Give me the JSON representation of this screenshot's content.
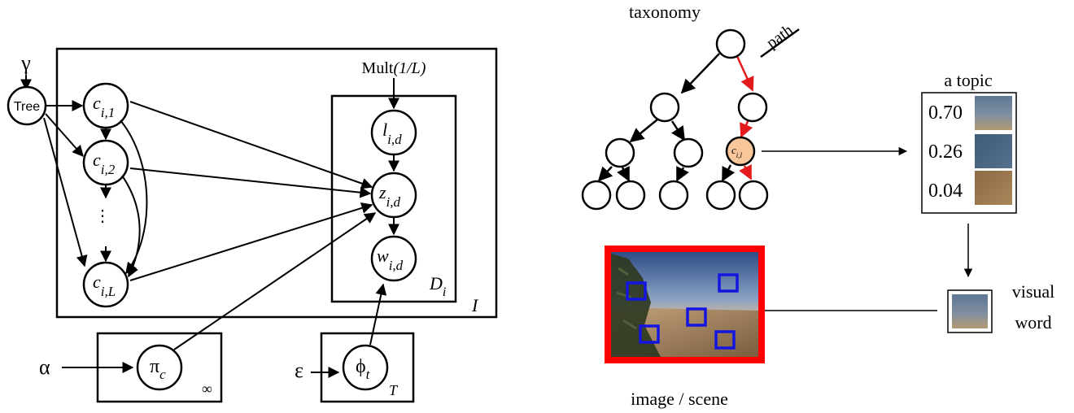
{
  "graphical_model": {
    "gamma": "γ",
    "tree": "Tree",
    "c_var": "c",
    "c1_sub": "i,1",
    "c2_sub": "i,2",
    "cL_sub": "i,L",
    "dots": "⋮",
    "mult": "Mult",
    "mult_arg": "(1/L)",
    "l_var": "l",
    "l_sub": "i,d",
    "z_var": "z",
    "z_sub": "i,d",
    "w_var": "w",
    "w_sub": "i,d",
    "d_plate": "D",
    "d_plate_sub": "i",
    "i_plate": "I",
    "alpha": "α",
    "pi": "π",
    "pi_sub": "c",
    "infinity": "∞",
    "epsilon": "ε",
    "phi": "ϕ",
    "phi_sub": "t",
    "t_plate": "T"
  },
  "taxonomy": {
    "title": "taxonomy",
    "path_label": "path",
    "highlight_node": "c",
    "highlight_sub": "i,l",
    "path_color": "#e31a1c",
    "highlight_fill": "#f7c79b"
  },
  "topic": {
    "title": "a topic",
    "weights": [
      "0.70",
      "0.26",
      "0.04"
    ]
  },
  "visual_word": {
    "line1": "visual",
    "line2": "word"
  },
  "scene": {
    "caption": "image / scene",
    "frame_color": "#ff0000",
    "box_color": "#1515e0"
  }
}
